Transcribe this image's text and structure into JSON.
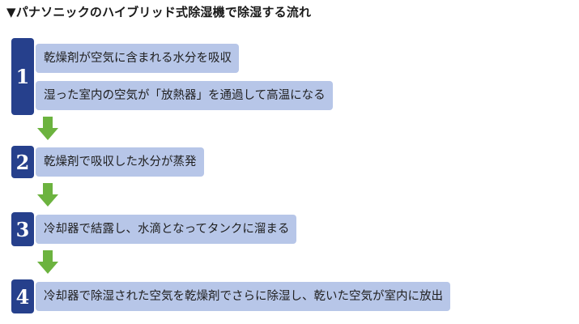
{
  "title": "▼パナソニックのハイブリッド式除湿機で除湿する流れ",
  "arrow_color": "#6cb33f",
  "number_box_color": "#26408c",
  "text_box_color": "#b7c6e8",
  "steps": [
    {
      "number": "1",
      "lines": [
        "乾燥剤が空気に含まれる水分を吸収",
        "湿った室内の空気が「放熱器」を通過して高温になる"
      ]
    },
    {
      "number": "2",
      "lines": [
        "乾燥剤で吸収した水分が蒸発"
      ]
    },
    {
      "number": "3",
      "lines": [
        "冷却器で結露し、水滴となってタンクに溜まる"
      ]
    },
    {
      "number": "4",
      "lines": [
        "冷却器で除湿された空気を乾燥剤でさらに除湿し、乾いた空気が室内に放出"
      ]
    }
  ]
}
